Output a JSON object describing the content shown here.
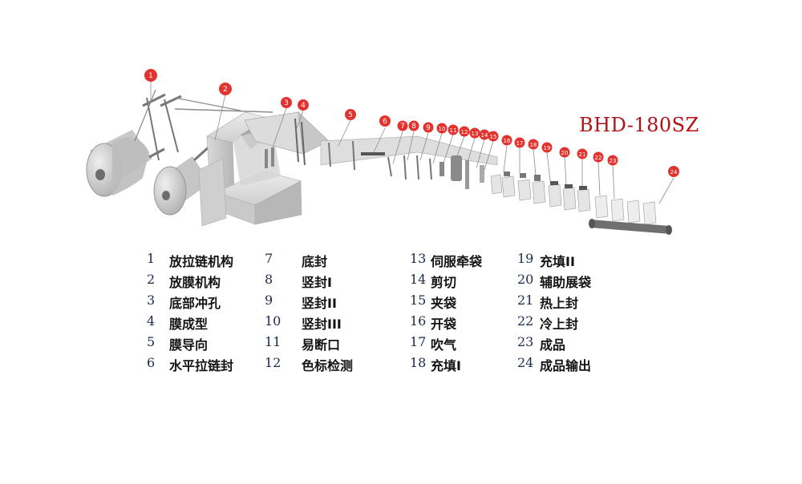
{
  "model": "BHD-180SZ",
  "colors": {
    "marker": "#e2332f",
    "machine": "#bfbfbf",
    "title": "#b01218"
  },
  "markers": [
    "1",
    "2",
    "3",
    "4",
    "5",
    "6",
    "7",
    "8",
    "9",
    "10",
    "11",
    "12",
    "13",
    "14",
    "15",
    "16",
    "17",
    "18",
    "19",
    "20",
    "21",
    "22",
    "23",
    "24"
  ],
  "legend": {
    "col1": [
      {
        "num": "1",
        "label": "放拉链机构"
      },
      {
        "num": "2",
        "label": "放膜机构"
      },
      {
        "num": "3",
        "label": "底部冲孔"
      },
      {
        "num": "4",
        "label": "膜成型"
      },
      {
        "num": "5",
        "label": "膜导向"
      },
      {
        "num": "6",
        "label": "水平拉链封"
      }
    ],
    "col2": [
      {
        "num": "7",
        "label": "底封"
      },
      {
        "num": "8",
        "label": "竖封I"
      },
      {
        "num": "9",
        "label": "竖封II"
      },
      {
        "num": "10",
        "label": "竖封III"
      },
      {
        "num": "11",
        "label": "易断口"
      },
      {
        "num": "12",
        "label": "色标检测"
      }
    ],
    "col3": [
      {
        "num": "13",
        "label": "伺服牵袋"
      },
      {
        "num": "14",
        "label": "剪切"
      },
      {
        "num": "15",
        "label": "夹袋"
      },
      {
        "num": "16",
        "label": "开袋"
      },
      {
        "num": "17",
        "label": "吹气"
      },
      {
        "num": "18",
        "label": "充填I"
      }
    ],
    "col4": [
      {
        "num": "19",
        "label": "充填II"
      },
      {
        "num": "20",
        "label": "辅助展袋"
      },
      {
        "num": "21",
        "label": "热上封"
      },
      {
        "num": "22",
        "label": "冷上封"
      },
      {
        "num": "23",
        "label": "成品"
      },
      {
        "num": "24",
        "label": "成品输出"
      }
    ]
  }
}
